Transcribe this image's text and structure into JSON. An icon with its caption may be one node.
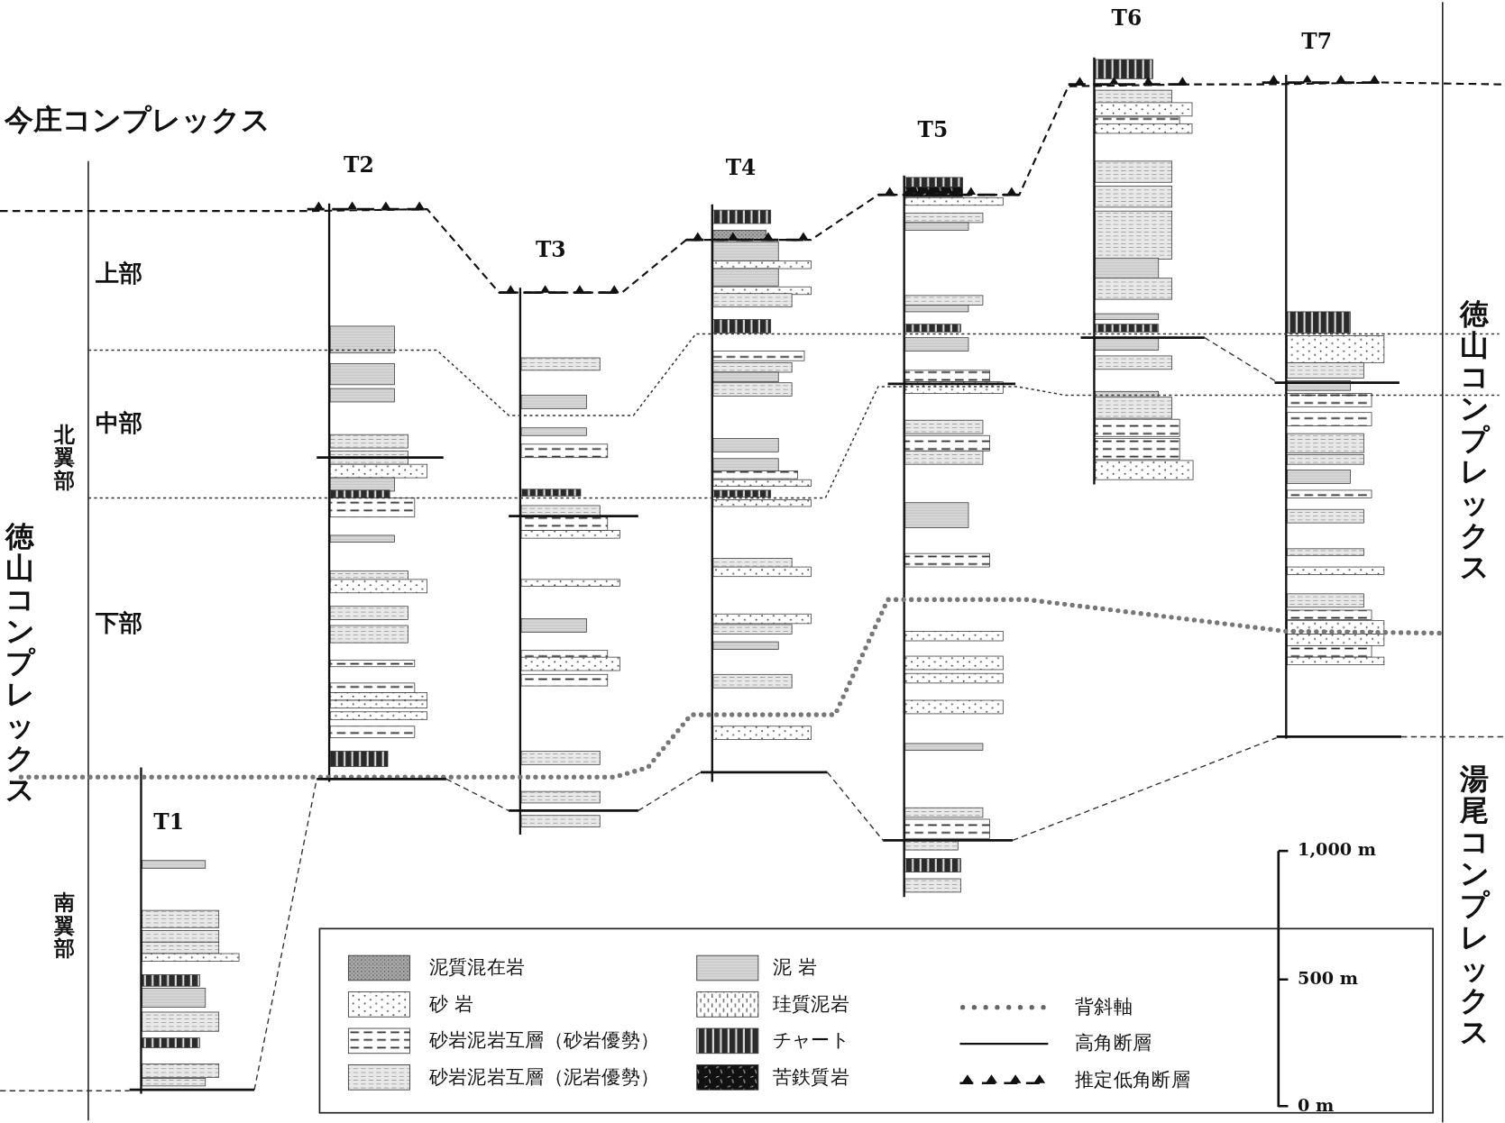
{
  "diagram": {
    "labels": [
      "今庄コンプレックス",
      "T6",
      "T7",
      "T2",
      "T4",
      "T5",
      "T3",
      "上部",
      "中部",
      "下部",
      "北翼部",
      "徳山コンプレックス",
      "T1",
      "南翼部",
      "徳山コンプレックス",
      "湯尾コンプレックス",
      "1,000 m",
      "500 m",
      "0 m"
    ],
    "legend": [
      {
        "text": "泥質混在岩"
      },
      {
        "text": "砂 岩"
      },
      {
        "text": "砂岩泥岩互層（砂岩優勢）"
      },
      {
        "text": "砂岩泥岩互層（泥岩優勢）"
      },
      {
        "text": "泥 岩"
      },
      {
        "text": "珪質泥岩"
      },
      {
        "text": "チャート"
      },
      {
        "text": "苦鉄質岩"
      },
      {
        "text": "背斜軸"
      },
      {
        "text": "高角断層"
      },
      {
        "text": "推定低角断層"
      }
    ]
  }
}
